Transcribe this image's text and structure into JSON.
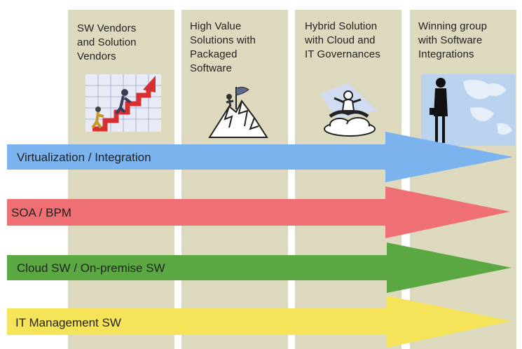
{
  "columns": [
    {
      "title": "SW Vendors\nand Solution\nVendors",
      "illustration": "stairs-climb-icon"
    },
    {
      "title": "High Value\nSolutions with\nPackaged\nSoftware",
      "illustration": "mountain-flag-icon"
    },
    {
      "title": "Hybrid Solution\nwith Cloud and\nIT Governances",
      "illustration": "cloud-rider-icon"
    },
    {
      "title": "Winning group\nwith Software\nIntegrations",
      "illustration": "businesswoman-map-icon"
    }
  ],
  "arrows": [
    {
      "label": "Virtualization / Integration",
      "color": "#7ab3ee"
    },
    {
      "label": "SOA / BPM",
      "color": "#ee6f74"
    },
    {
      "label": "Cloud SW / On-premise SW",
      "color": "#5ba843"
    },
    {
      "label": "IT Management SW",
      "color": "#f5e35a"
    }
  ]
}
